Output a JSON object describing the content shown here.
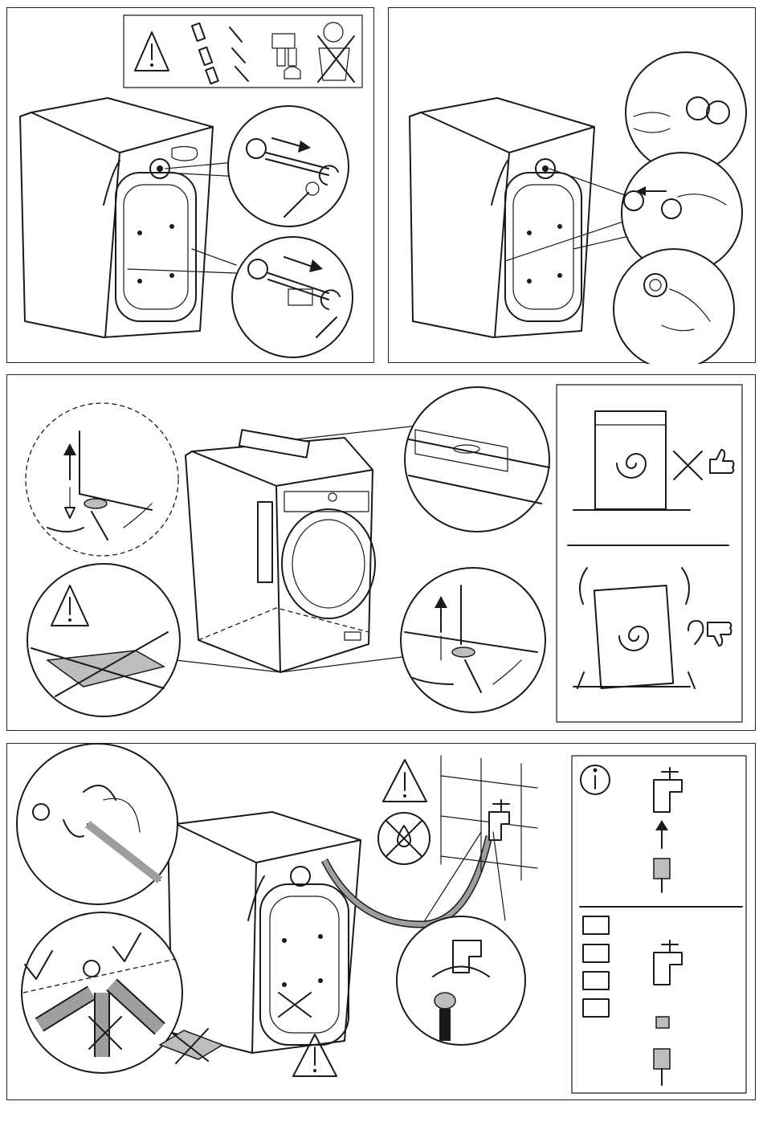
{
  "colors": {
    "ink": "#1a1a1a",
    "paper": "#ffffff",
    "hose": "#9e9e9e"
  },
  "icons": [
    "warning-icon",
    "bolts-icon",
    "screws-icon",
    "brackets-icon",
    "do-not-discard-icon",
    "spanner-icon",
    "level-icon",
    "thumbs-up-icon",
    "thumbs-down-icon",
    "ear-icon",
    "info-icon",
    "tap-icon",
    "no-water-drip-icon",
    "check-mark-icon",
    "cross-mark-icon"
  ],
  "steps": {
    "remove_transit_bolts": {},
    "fit_plastic_caps": {},
    "level_machine": {},
    "vibration_compare": {
      "correct": "quiet",
      "wrong": "vibrating"
    },
    "connect_inlet_hose": {},
    "tap_connection_info": {
      "checkbox_count": 4
    }
  }
}
